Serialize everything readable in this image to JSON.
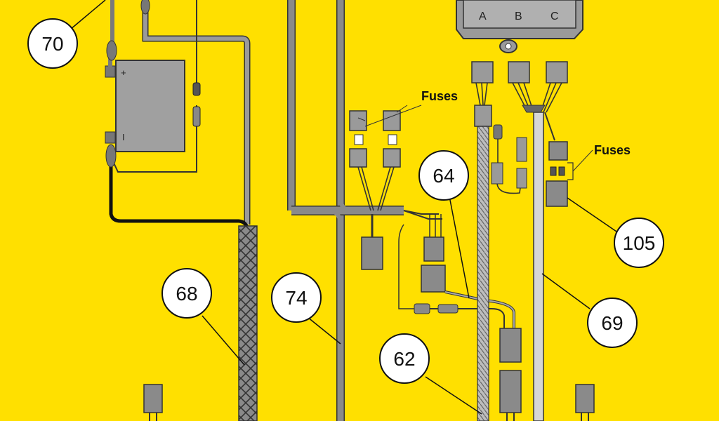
{
  "colors": {
    "background": "#ffe000",
    "wire_gray": "#8a8a8a",
    "wire_dark": "#3a3a3a",
    "connector_gray": "#9a9a9a",
    "callout_fill": "#ffffff",
    "black_wire": "#111111"
  },
  "callouts": [
    "70",
    "68",
    "74",
    "64",
    "62",
    "105",
    "69"
  ],
  "labels": {
    "fuses_upper": "Fuses",
    "fuses_right": "Fuses"
  },
  "control_box": {
    "terminals": [
      "A",
      "B",
      "C"
    ]
  },
  "battery": {
    "positive": "+",
    "negative": "I"
  }
}
